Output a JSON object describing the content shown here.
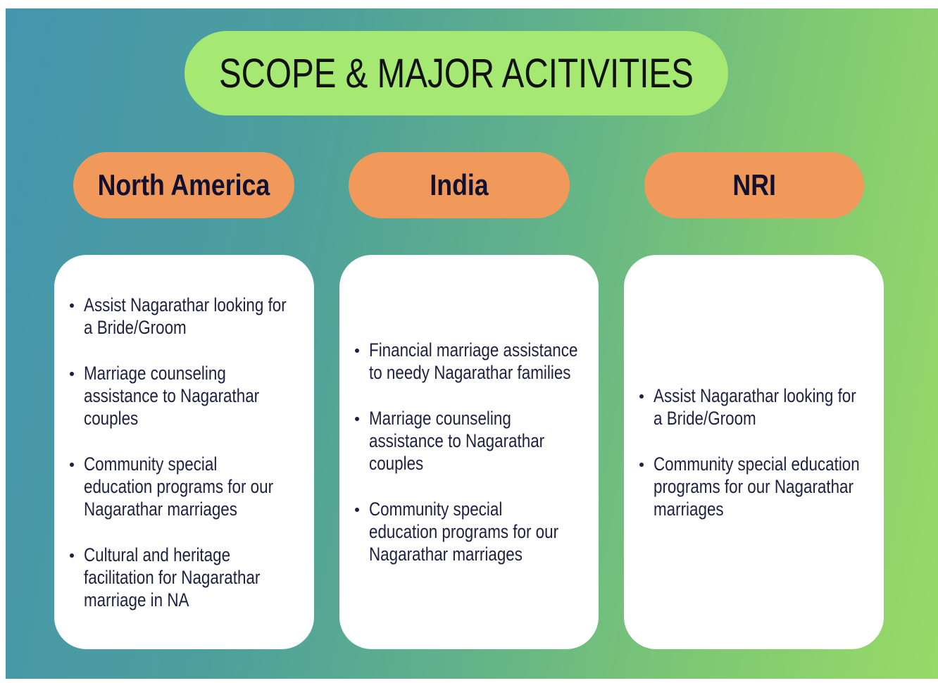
{
  "title": "SCOPE & MAJOR ACITIVITIES",
  "columns": [
    {
      "heading": "North America",
      "items": [
        "Assist Nagarathar looking for a Bride/Groom",
        "Marriage counseling assistance to Nagarathar couples",
        "Community special education programs for our Nagarathar marriages",
        "Cultural and heritage facilitation for Nagarathar marriage  in NA"
      ]
    },
    {
      "heading": "India",
      "items": [
        "Financial marriage assistance to needy Nagarathar families",
        "Marriage counseling assistance to Nagarathar couples",
        "Community special education programs for our Nagarathar marriages"
      ]
    },
    {
      "heading": "NRI",
      "items": [
        "Assist Nagarathar looking for a Bride/Groom",
        "Community special education programs for our Nagarathar marriages"
      ]
    }
  ]
}
